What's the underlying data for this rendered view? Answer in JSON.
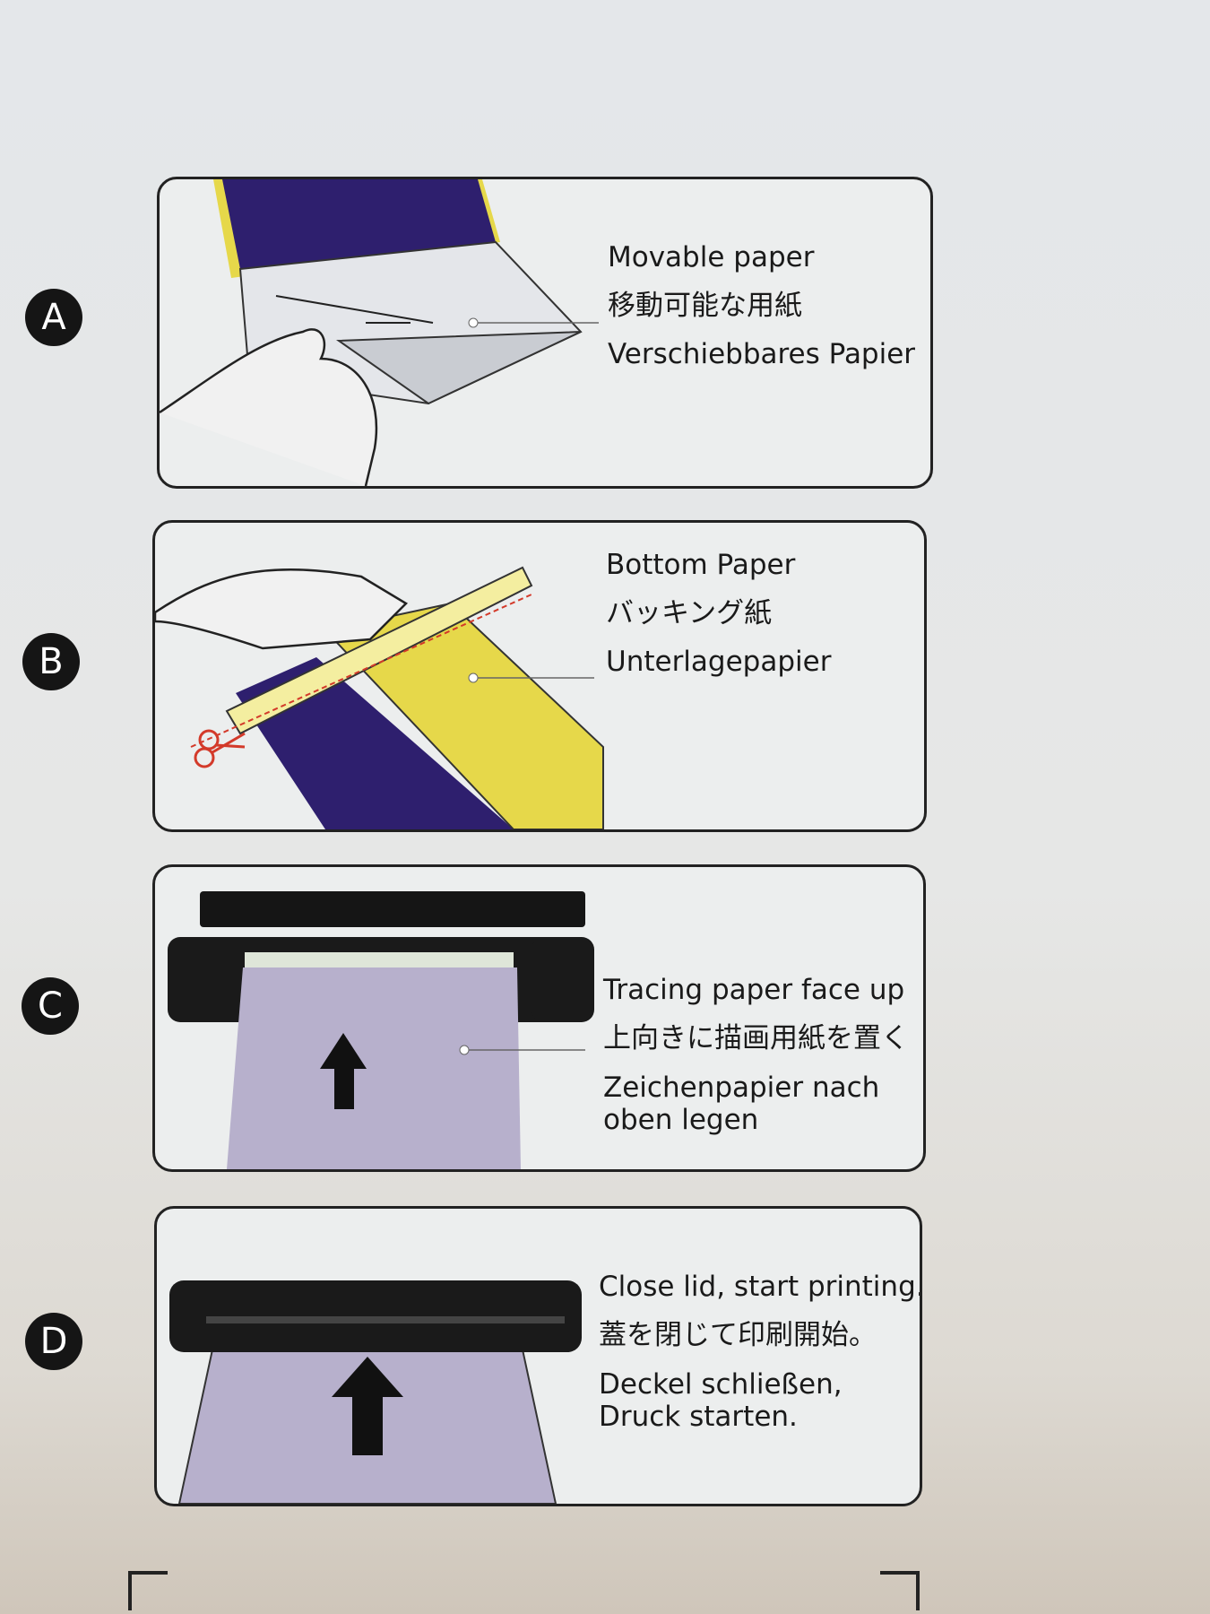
{
  "steps": [
    {
      "badge": "A",
      "lines": [
        "Movable paper",
        "移動可能な用紙",
        "Verschiebbares Papier"
      ]
    },
    {
      "badge": "B",
      "lines": [
        "Bottom Paper",
        "バッキング紙",
        "Unterlagepapier"
      ]
    },
    {
      "badge": "C",
      "lines": [
        "Tracing paper face up",
        "上向きに描画用紙を置く",
        "Zeichenpapier nach",
        "oben legen"
      ]
    },
    {
      "badge": "D",
      "lines": [
        "Close lid, start printing.",
        "蓋を閉じて印刷開始。",
        "Deckel schließen,",
        "Druck starten."
      ]
    }
  ],
  "colors": {
    "navy": "#2e1f6e",
    "yellow": "#e6d84a",
    "lavender": "#b7b0cc",
    "scissors": "#d33a2a"
  }
}
